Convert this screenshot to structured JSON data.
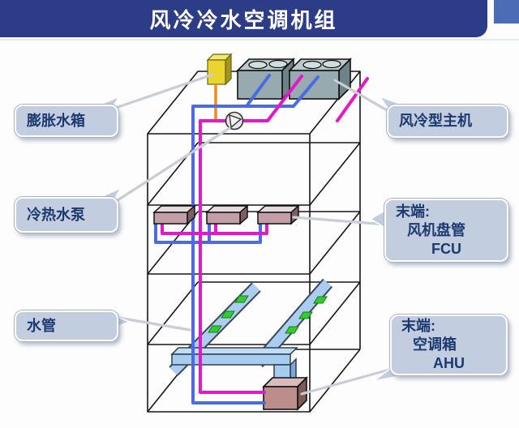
{
  "title": "风冷冷水空调机组",
  "callouts": {
    "expansion_tank": {
      "label": "膨胀水箱"
    },
    "pump": {
      "label": "冷热水泵"
    },
    "water_pipe": {
      "label": "水管"
    },
    "chiller": {
      "label": "风冷型主机"
    },
    "fcu": {
      "lines": [
        "末端:",
        "风机盘管",
        "FCU"
      ]
    },
    "ahu": {
      "lines": [
        "末端:",
        "空调箱",
        "AHU"
      ]
    }
  },
  "colors": {
    "banner": "#2d3c86",
    "banner_accent": "#4a6db6",
    "callout_fill": "#c3cde0",
    "callout_text": "#1d3a70",
    "supply_pipe_blue": "#4a6ce0",
    "return_pipe_magenta": "#e318c8",
    "expansion_pipe_orange": "#ef8a1f",
    "duct_blue": "#a6ccf0",
    "diffuser_green": "#33cc33",
    "tank_yellow": "#e9d430",
    "chiller_gray": "#97aab0",
    "fcu_pink": "#c29ea6",
    "ahu_pink": "#bb8e8c"
  },
  "diagram_components": [
    "expansion-tank",
    "air-cooled-chiller",
    "circulation-pump",
    "chilled-water-risers",
    "fan-coil-units",
    "air-ducts",
    "air-diffusers",
    "air-handling-unit",
    "building-wireframe"
  ]
}
